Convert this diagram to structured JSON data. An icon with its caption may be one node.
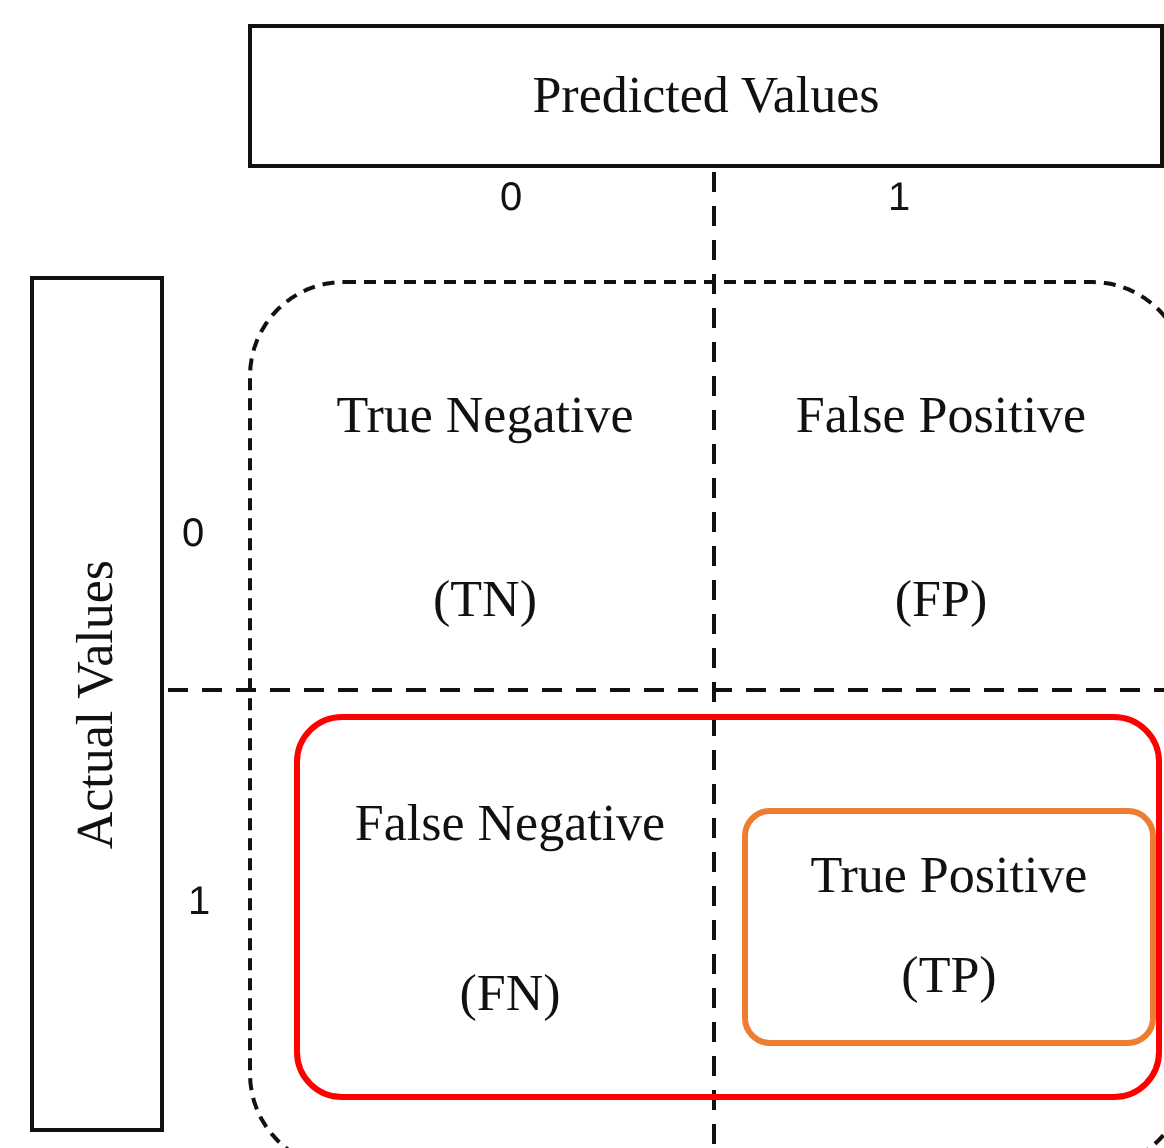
{
  "diagram": {
    "nodes": [
      {
        "text": [
          "Predicted Values"
        ]
      },
      {
        "text": [
          "Actual Values"
        ]
      },
      {
        "text": [],
        "shape": "box"
      },
      {
        "text": [
          "True Negative",
          "(TN)"
        ],
        "in": 2
      },
      {
        "text": [
          "False Positive",
          "(FP)"
        ],
        "in": 2
      },
      {
        "text": [],
        "shape": "box",
        "in": 2
      },
      {
        "text": [
          "False Negative",
          "(FN)"
        ],
        "in": 5
      },
      {
        "text": [
          "True Positive",
          "(TP)"
        ],
        "in": 5
      }
    ],
    "edges": [],
    "labels": [
      "0",
      "1",
      "0",
      "1"
    ]
  }
}
